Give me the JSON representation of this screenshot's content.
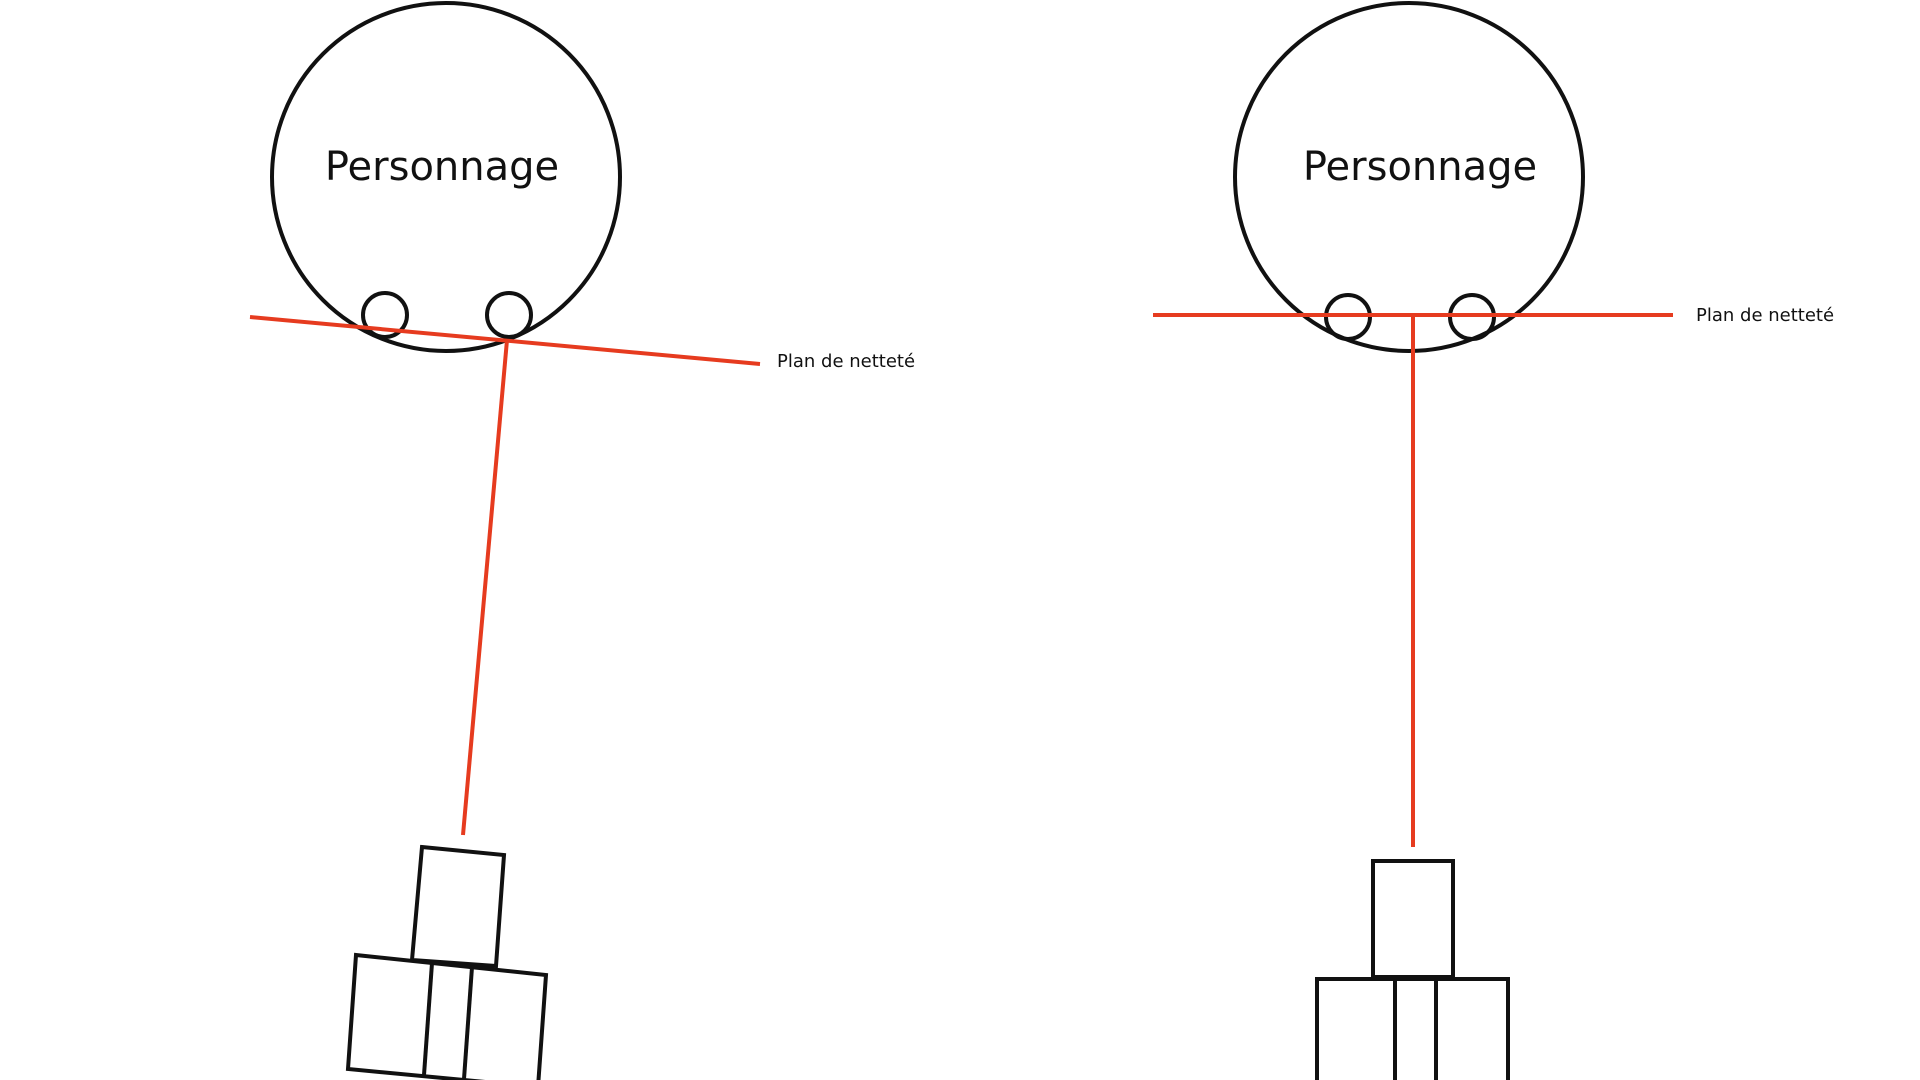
{
  "colors": {
    "stroke": "#111111",
    "focus_line": "#e63b1f",
    "background": "#ffffff"
  },
  "left_scene": {
    "subject_label": "Personnage",
    "plane_label": "Plan de netteté"
  },
  "right_scene": {
    "subject_label": "Personnage",
    "plane_label": "Plan de netteté"
  }
}
